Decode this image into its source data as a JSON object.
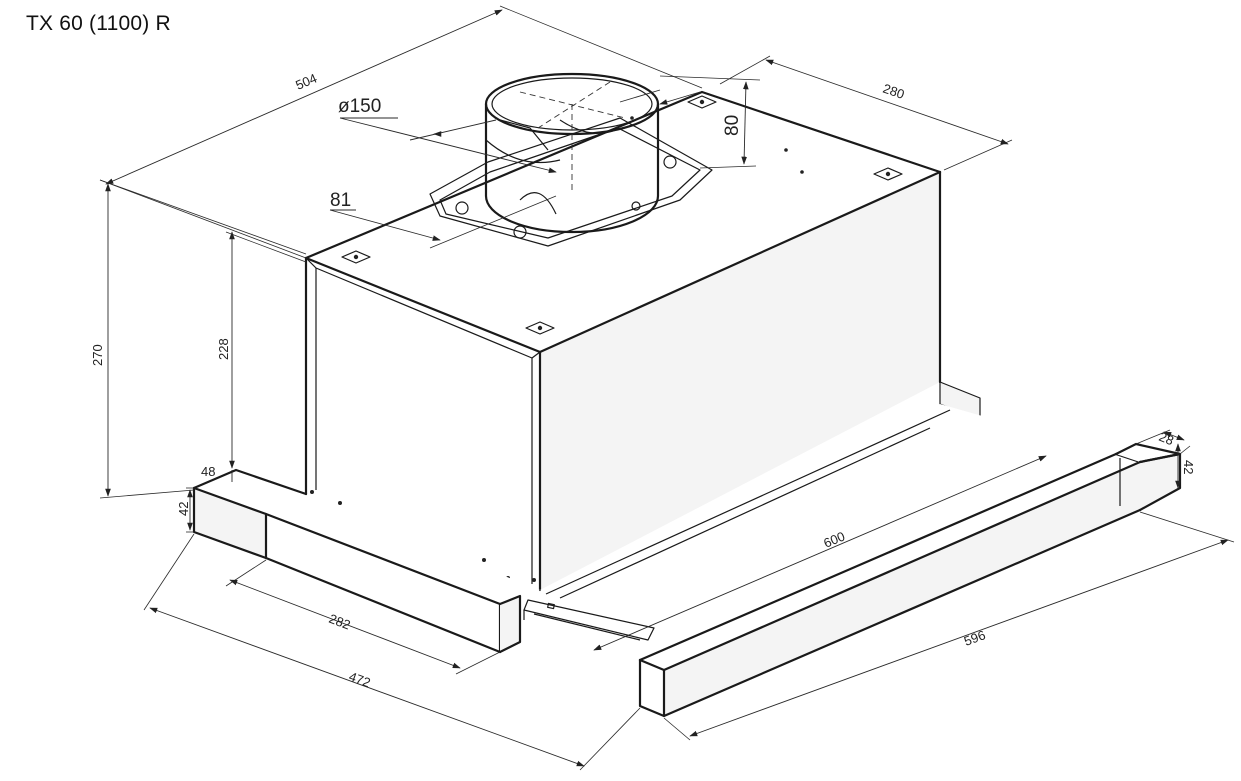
{
  "title": "TX 60 (1100) R",
  "dimensions": {
    "width_depth_top": "504",
    "depth_right": "280",
    "duct_diameter": "ø150",
    "duct_height": "80",
    "duct_offset": "81",
    "total_height": "270",
    "body_height": "228",
    "visor_height_left": "48",
    "visor_thickness_left": "42",
    "slider_length": "600",
    "visor_depth": "28",
    "visor_thickness_right": "42",
    "bottom_width_inner": "282",
    "bottom_width_outer": "472",
    "visor_width": "596"
  },
  "colors": {
    "line": "#1a1a1a",
    "dimension": "#2a2a2a",
    "background": "#ffffff"
  }
}
